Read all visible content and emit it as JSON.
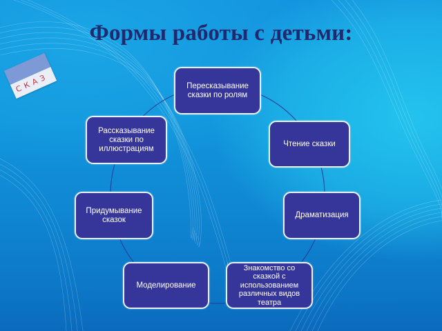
{
  "slide": {
    "title": "Формы работы с детьми:",
    "sticker_text": "СКАЗ",
    "colors": {
      "background": "#1296dc",
      "title": "#1f2a6e",
      "node_fill": "#36359a",
      "node_border": "#e8f2ff",
      "cycle_line": "#1d3f9a"
    }
  },
  "diagram": {
    "type": "cycle",
    "nodes": [
      {
        "label": "Пересказывание сказки по ролям"
      },
      {
        "label": "Чтение сказки"
      },
      {
        "label": "Драматизация"
      },
      {
        "label": "Знакомство со сказкой с использованием различных видов театра"
      },
      {
        "label": "Моделирование"
      },
      {
        "label": "Придумывание сказок"
      },
      {
        "label": "Рассказывание сказки по иллюстрациям"
      }
    ]
  }
}
